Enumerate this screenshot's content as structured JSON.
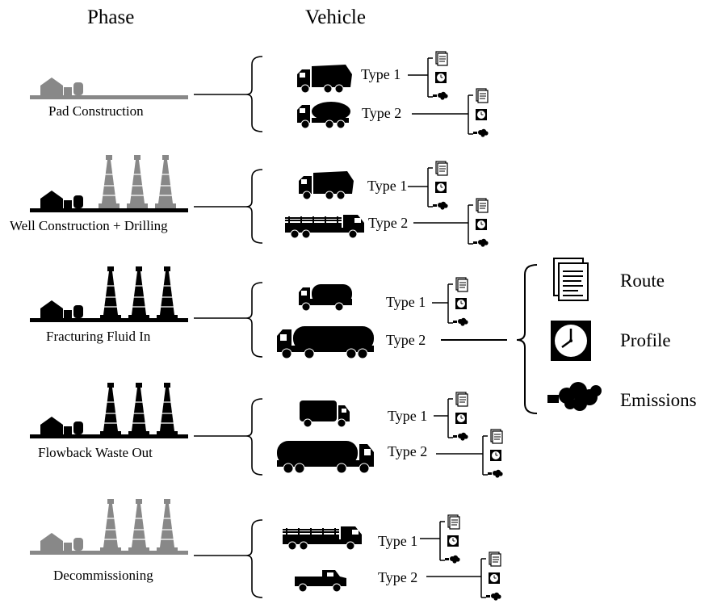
{
  "headers": {
    "phase": "Phase",
    "vehicle": "Vehicle"
  },
  "phases": [
    {
      "label": "Pad Construction",
      "rigs": 0,
      "tone": "gray",
      "vehicles": [
        {
          "type": "Type 1",
          "icon": "dump-truck-icon"
        },
        {
          "type": "Type 2",
          "icon": "cement-mixer-icon"
        }
      ]
    },
    {
      "label": "Well Construction + Drilling",
      "rigs": 3,
      "tone": "mixed",
      "vehicles": [
        {
          "type": "Type 1",
          "icon": "dump-truck-icon"
        },
        {
          "type": "Type 2",
          "icon": "flatbed-truck-icon"
        }
      ]
    },
    {
      "label": "Fracturing Fluid In",
      "rigs": 3,
      "tone": "black",
      "vehicles": [
        {
          "type": "Type 1",
          "icon": "tanker-truck-icon"
        },
        {
          "type": "Type 2",
          "icon": "large-tanker-icon"
        }
      ]
    },
    {
      "label": "Flowback Waste Out",
      "rigs": 3,
      "tone": "black",
      "vehicles": [
        {
          "type": "Type 1",
          "icon": "box-truck-icon"
        },
        {
          "type": "Type 2",
          "icon": "large-tanker-icon"
        }
      ]
    },
    {
      "label": "Decommissioning",
      "rigs": 3,
      "tone": "gray",
      "vehicles": [
        {
          "type": "Type 1",
          "icon": "flatbed-truck-icon"
        },
        {
          "type": "Type 2",
          "icon": "pickup-truck-icon"
        }
      ]
    }
  ],
  "legend": {
    "route": "Route",
    "profile": "Profile",
    "emissions": "Emissions"
  },
  "colors": {
    "gray": "#888888",
    "black": "#000000"
  }
}
